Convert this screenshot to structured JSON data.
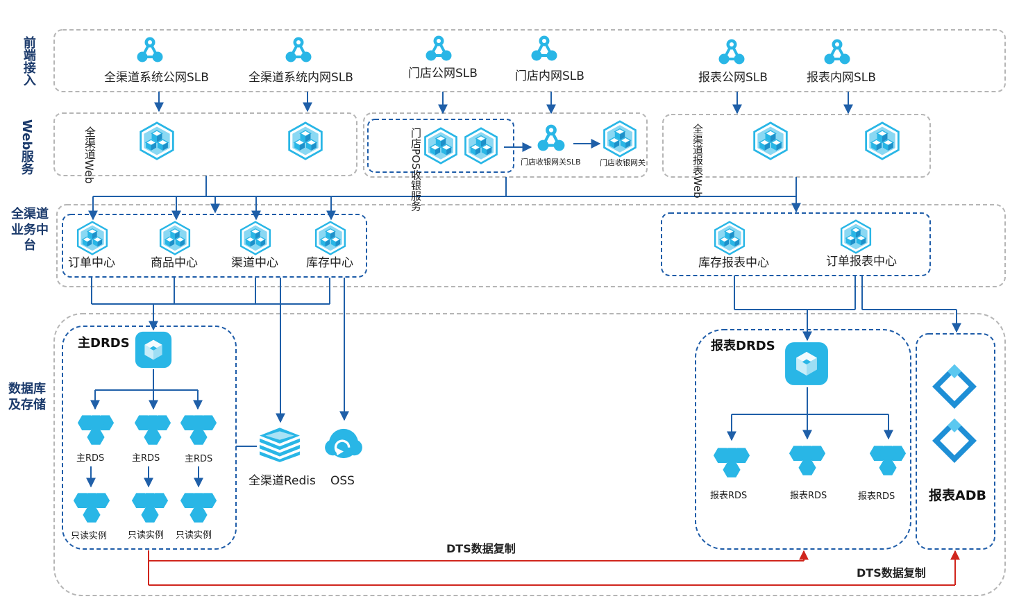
{
  "layers": {
    "frontend": "前端接入",
    "web": "Web服务",
    "middle": "全渠道业务中台",
    "db": "数据库及存储"
  },
  "slb": {
    "omni_public": "全渠道系统公网SLB",
    "omni_internal": "全渠道系统内网SLB",
    "store_public": "门店公网SLB",
    "store_internal": "门店内网SLB",
    "report_public": "报表公网SLB",
    "report_internal": "报表内网SLB"
  },
  "web": {
    "omni_web": "全渠道Web",
    "store_pos": "门店POS收银服务",
    "pos_gateway_slb": "门店收银网关SLB",
    "pos_gateway": "门店收银网关",
    "report_web": "全渠道报表Web"
  },
  "centers": {
    "order": "订单中心",
    "goods": "商品中心",
    "channel": "渠道中心",
    "inventory": "库存中心",
    "inv_report": "库存报表中心",
    "order_report": "订单报表中心"
  },
  "storage": {
    "main_drds": "主DRDS",
    "main_rds": "主RDS",
    "readonly": "只读实例",
    "redis": "全渠道Redis",
    "oss": "OSS",
    "report_drds": "报表DRDS",
    "report_rds": "报表RDS",
    "report_adb": "报表ADB",
    "dts": "DTS数据复制"
  },
  "colors": {
    "icon": "#29b6e6",
    "connector": "#1f5fa8",
    "dashed_dark": "#1e5ca8",
    "dashed_light": "#b5b5b5",
    "dts_line": "#d0251c",
    "layer_text": "#1b3a6b"
  }
}
